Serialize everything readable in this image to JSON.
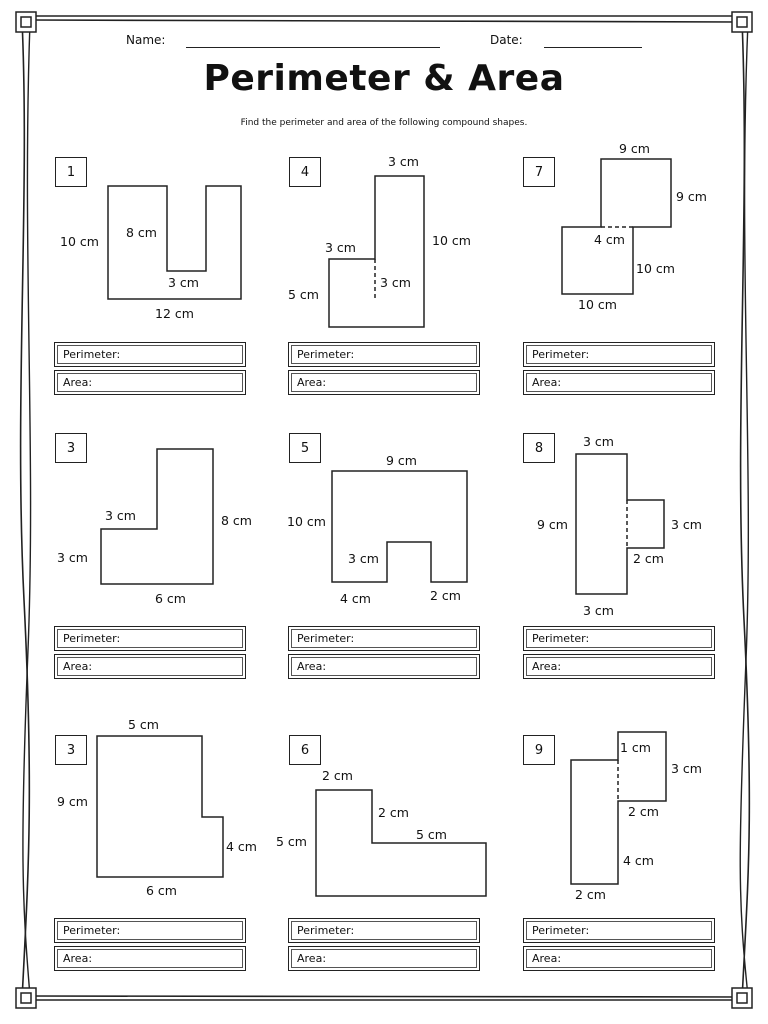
{
  "header": {
    "name_label": "Name:",
    "date_label": "Date:"
  },
  "title": "Perimeter & Area",
  "subtitle": "Find the perimeter and area of the following compound shapes.",
  "answer_labels": {
    "perimeter": "Perimeter:",
    "area": "Area:"
  },
  "problems": [
    {
      "number": "1",
      "labels": [
        "10 cm",
        "8 cm",
        "3 cm",
        "12 cm"
      ]
    },
    {
      "number": "4",
      "labels": [
        "3 cm",
        "10 cm",
        "3 cm",
        "3 cm",
        "5 cm"
      ]
    },
    {
      "number": "7",
      "labels": [
        "9 cm",
        "9 cm",
        "4 cm",
        "10 cm",
        "10 cm"
      ]
    },
    {
      "number": "3",
      "labels": [
        "3 cm",
        "8 cm",
        "3 cm",
        "6 cm"
      ]
    },
    {
      "number": "5",
      "labels": [
        "9 cm",
        "10 cm",
        "3 cm",
        "4 cm",
        "2 cm"
      ]
    },
    {
      "number": "8",
      "labels": [
        "3 cm",
        "9 cm",
        "3 cm",
        "2 cm",
        "3 cm"
      ]
    },
    {
      "number": "3",
      "labels": [
        "5 cm",
        "9 cm",
        "4 cm",
        "6 cm"
      ]
    },
    {
      "number": "6",
      "labels": [
        "2 cm",
        "2 cm",
        "5 cm",
        "5 cm"
      ]
    },
    {
      "number": "9",
      "labels": [
        "1 cm",
        "3 cm",
        "2 cm",
        "4 cm",
        "2 cm"
      ]
    }
  ]
}
